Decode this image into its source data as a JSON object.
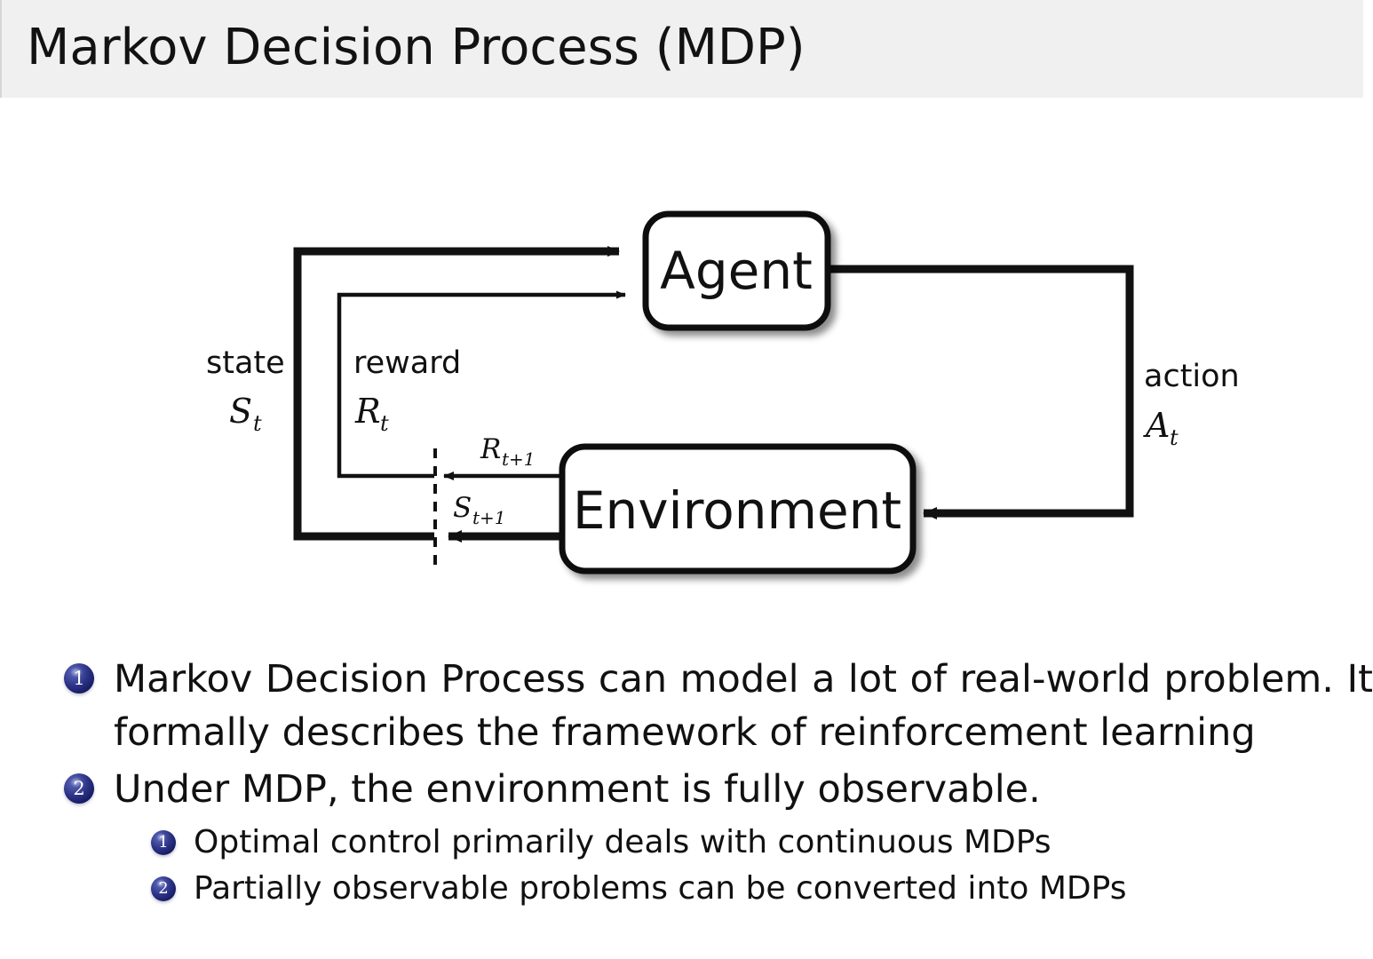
{
  "header": {
    "title": "Markov Decision Process (MDP)",
    "background": "#f0f0f0"
  },
  "diagram": {
    "name": "agent-environment-interaction-loop",
    "boxes": [
      {
        "id": "agent",
        "label": "Agent"
      },
      {
        "id": "environment",
        "label": "Environment"
      }
    ],
    "labels": {
      "state_word": "state",
      "state_sym": "S",
      "state_sub": "t",
      "reward_word": "reward",
      "reward_sym": "R",
      "reward_sub": "t",
      "action_word": "action",
      "action_sym": "A",
      "action_sub": "t",
      "reward_next_sym": "R",
      "reward_next_sub": "t+1",
      "state_next_sym": "S",
      "state_next_sub": "t+1"
    },
    "stroke_color": "#111111"
  },
  "bullets": {
    "items": [
      {
        "number": "1",
        "level": 1,
        "text": "Markov Decision Process can model a lot of real-world problem. It formally describes the framework of reinforcement learning"
      },
      {
        "number": "2",
        "level": 1,
        "text": "Under MDP, the environment is fully observable."
      },
      {
        "number": "1",
        "level": 2,
        "text": "Optimal control primarily deals with continuous MDPs"
      },
      {
        "number": "2",
        "level": 2,
        "text": "Partially observable problems can be converted into MDPs"
      }
    ],
    "badge_color": "#2e3588"
  }
}
